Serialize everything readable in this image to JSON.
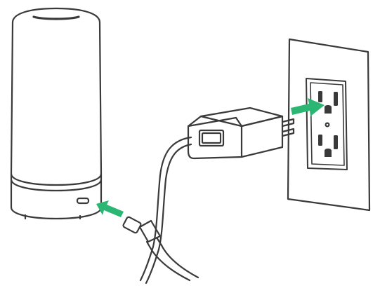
{
  "diagram": {
    "lamp_label": "",
    "outlet_label": "",
    "colors": {
      "line": "#3a3a3a",
      "arrow": "#2bb673",
      "background": "#ffffff",
      "panel_fill": "#ffffff",
      "slot_fill": "#3a3a3a"
    },
    "parts": [
      "lamp-base",
      "lamp-body",
      "usb-port",
      "micro-usb-plug",
      "usb-power-adapter",
      "wall-outlet-plate",
      "outlet-receptacle-top",
      "outlet-receptacle-bottom",
      "arrow-to-lamp",
      "arrow-to-outlet"
    ]
  }
}
